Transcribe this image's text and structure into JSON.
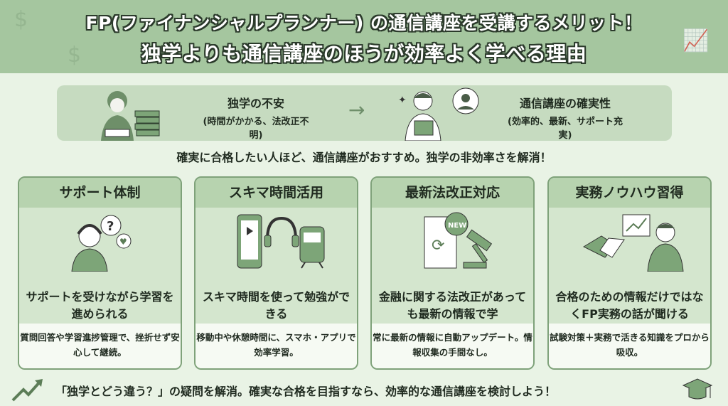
{
  "header": {
    "title_line1": "FP(ファイナンシャルプランナー) の通信講座を受講するメリット！",
    "title_line2": "独学よりも通信講座のほうが効率よく学べる理由"
  },
  "comparison": {
    "left": {
      "heading": "独学の不安",
      "sub": "(時間がかかる、法改正不明)"
    },
    "right": {
      "heading": "通信講座の確実性",
      "sub": "(効率的、最新、サポート充実)"
    },
    "arrow": "→"
  },
  "lead": "確実に合格したい人ほど、通信講座がおすすめ。独学の非効率さを解消！",
  "cards": [
    {
      "title": "サポート体制",
      "main": "サポートを受けながら学習を進められる",
      "detail": "質問回答や学習進捗管理で、挫折せず安心して継続。",
      "icon": "support-operator-icon"
    },
    {
      "title": "スキマ時間活用",
      "main": "スキマ時間を使って勉強ができる",
      "detail": "移動中や休憩時間に、スマホ・アプリで効率学習。",
      "icon": "smartphone-headphones-train-icon"
    },
    {
      "title": "最新法改正対応",
      "main": "金融に関する法改正があっても最新の情報で学",
      "detail": "常に最新の情報に自動アップデート。情報収集の手間なし。",
      "icon": "document-gavel-icon",
      "badge": "NEW"
    },
    {
      "title": "実務ノウハウ習得",
      "main": "合格のための情報だけではなくFP実務の話が聞ける",
      "detail": "試験対策＋実務で活きる知識をプロから吸収。",
      "icon": "handshake-businessman-icon"
    }
  ],
  "footer": "「独学とどう違う？」の疑問を解消。確実な合格を目指すなら、効率的な通信講座を検討しよう！",
  "colors": {
    "header": "#a5c69f",
    "background": "#e9f3e5",
    "card_border": "#7fa27a",
    "card_header": "#b7d3af"
  }
}
